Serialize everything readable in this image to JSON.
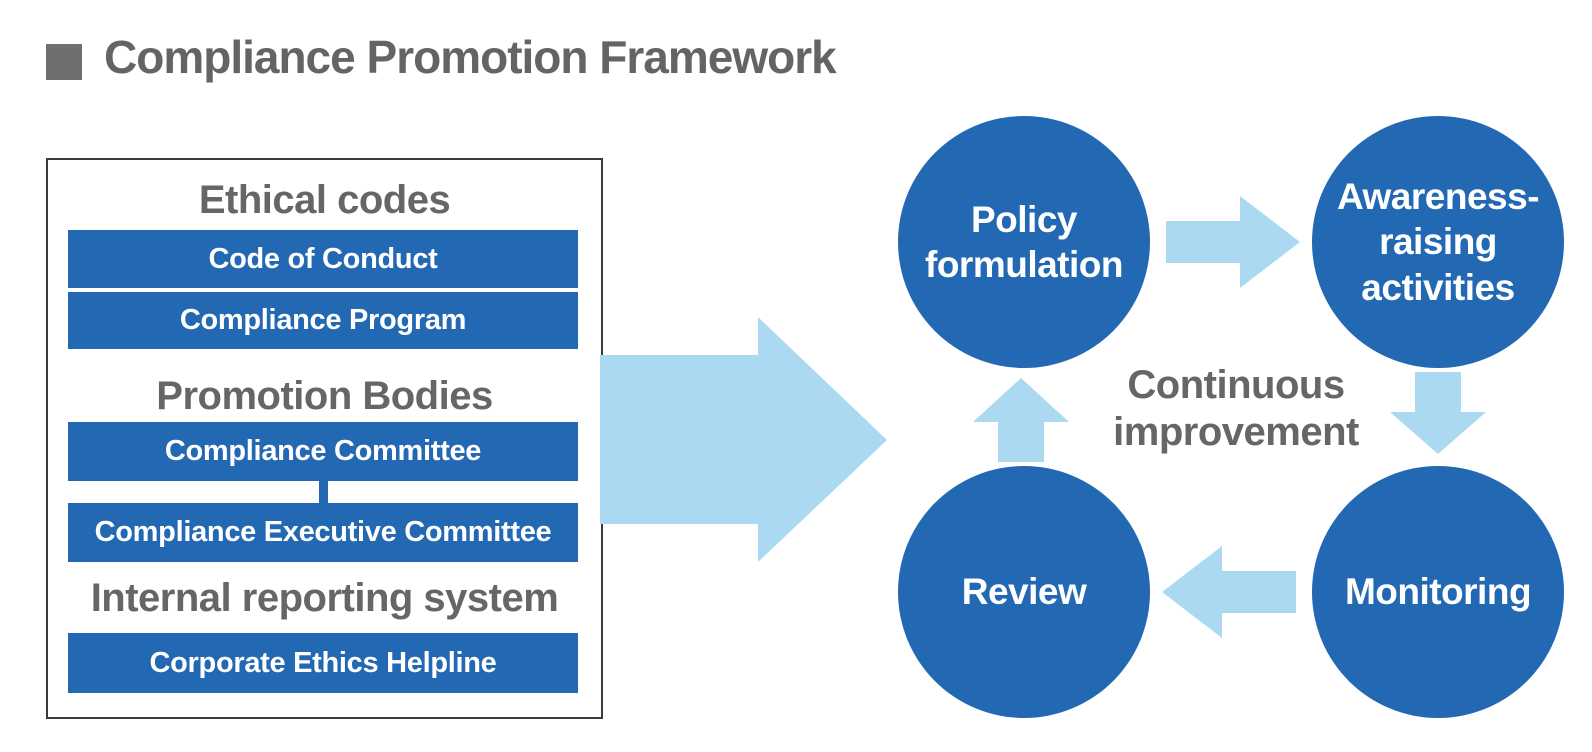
{
  "title": {
    "text": "Compliance Promotion Framework"
  },
  "panel": {
    "sections": [
      {
        "heading": "Ethical codes",
        "items": [
          "Code of Conduct",
          "Compliance Program"
        ]
      },
      {
        "heading": "Promotion Bodies",
        "items": [
          "Compliance Committee",
          "Compliance Executive Committee"
        ]
      },
      {
        "heading": "Internal reporting system",
        "items": [
          "Corporate Ethics Helpline"
        ]
      }
    ]
  },
  "flow": {
    "from_panel_arrow": "right-arrow"
  },
  "cycle": {
    "center_label": "Continuous\nimprovement",
    "nodes": [
      {
        "label": "Policy\nformulation",
        "position": "top-left"
      },
      {
        "label": "Awareness-\nraising\nactivities",
        "position": "top-right"
      },
      {
        "label": "Monitoring",
        "position": "bottom-right"
      },
      {
        "label": "Review",
        "position": "bottom-left"
      }
    ],
    "arrows": [
      "policy-to-awareness",
      "awareness-to-monitoring",
      "monitoring-to-review",
      "review-to-policy"
    ]
  },
  "colors": {
    "primary_blue": "#2268b2",
    "light_blue": "#abd9f2",
    "heading_gray": "#666666",
    "title_gray": "#646464",
    "frame_border": "#3b3b3b",
    "background": "#ffffff"
  }
}
